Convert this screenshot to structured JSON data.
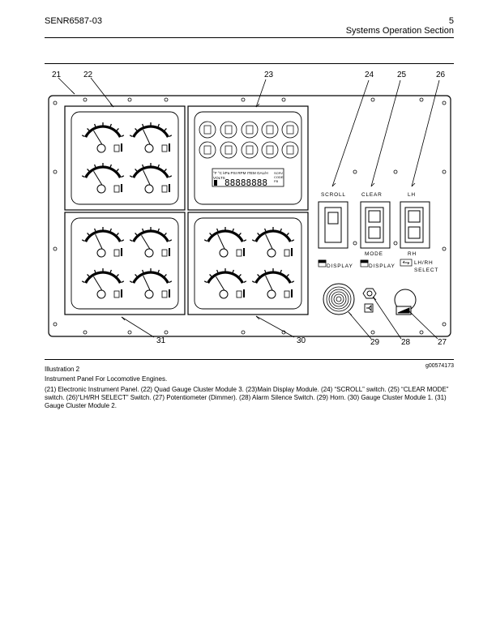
{
  "header": {
    "doc_number": "SENR6587-03",
    "page_number": "5",
    "section": "Systems Operation Section"
  },
  "figure": {
    "callouts": [
      "21",
      "22",
      "23",
      "24",
      "25",
      "26",
      "27",
      "28",
      "29",
      "30",
      "31"
    ],
    "display_units": "°F °C kPa PSI RPM ITEM GAL/H",
    "display_volts": "VOLTS",
    "display_scrv": "SCRV",
    "display_code": "CODE",
    "display_fb": "FB",
    "display_digits": "88888888",
    "switch_labels": {
      "scroll": "SCROLL",
      "clear": "CLEAR",
      "lh": "LH",
      "mode": "MODE",
      "rh": "RH",
      "display1": "DISPLAY",
      "display2": "DISPLAY",
      "lhrh_select_1": "LH/RH",
      "lhrh_select_2": "SELECT"
    }
  },
  "caption": {
    "illustration": "Illustration 2",
    "graphic_id": "g00574173",
    "title": "Instrument Panel For Locomotive Engines.",
    "text": "(21) Electronic Instrument Panel. (22) Quad Gauge Cluster Module 3. (23)Main Display Module. (24) “SCROLL” switch. (25) “CLEAR MODE” switch. (26)“LH/RH SELECT” Switch. (27) Potentiometer (Dimmer). (28) Alarm Silence Switch. (29) Horn. (30) Gauge Cluster Module 1. (31) Gauge Cluster Module 2."
  }
}
